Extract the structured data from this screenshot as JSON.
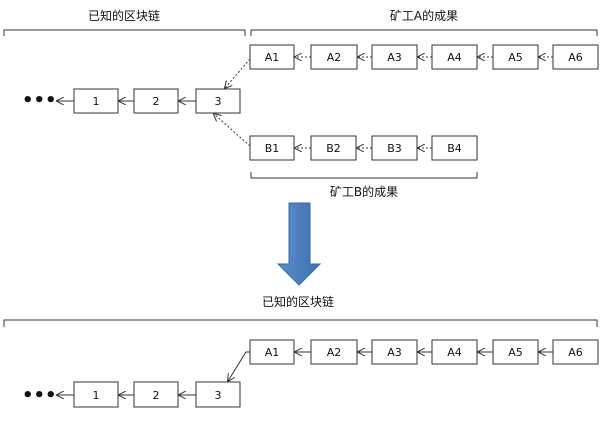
{
  "top": {
    "known_chain_label": "已知的区块链",
    "miner_a_label": "矿工A的成果",
    "miner_b_label": "矿工B的成果",
    "ellipsis": "•••",
    "known_blocks": [
      "1",
      "2",
      "3"
    ],
    "miner_a_blocks": [
      "A1",
      "A2",
      "A3",
      "A4",
      "A5",
      "A6"
    ],
    "miner_b_blocks": [
      "B1",
      "B2",
      "B3",
      "B4"
    ]
  },
  "bottom": {
    "known_chain_label": "已知的区块链",
    "ellipsis": "•••",
    "known_blocks": [
      "1",
      "2",
      "3"
    ],
    "chain_blocks": [
      "A1",
      "A2",
      "A3",
      "A4",
      "A5",
      "A6"
    ]
  },
  "colors": {
    "box_stroke": "#333333",
    "arrow_fill": "#4a7ebb",
    "arrow_stroke": "#3a6aa0"
  }
}
